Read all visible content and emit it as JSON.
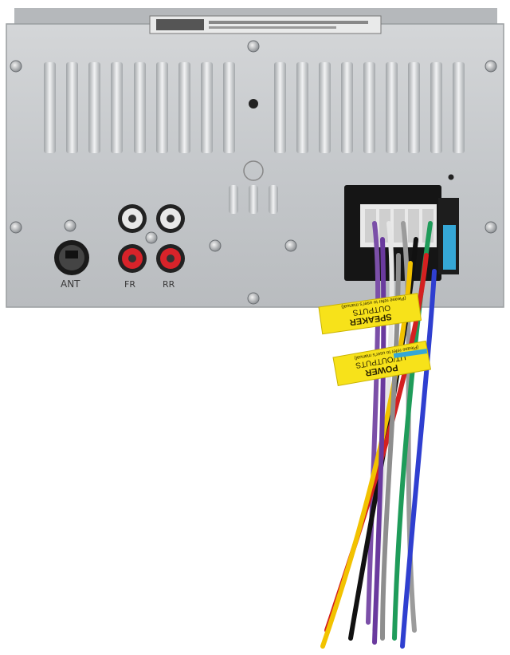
{
  "labels": {
    "speaker_tag_line1": "SPEAKER",
    "speaker_tag_line2": "OUTPUTS",
    "speaker_tag_note": "(Please refer to user's manual)",
    "power_tag_line1": "POWER",
    "power_tag_line2": "UT/OUTPUTS",
    "power_tag_note": "(Please refer to user's manual)",
    "ant_label": "ANT",
    "rca_label_left": "FR",
    "rca_label_right": "RR"
  },
  "colors": {
    "chassis": "#c9cccf",
    "tag": "#f7e21a",
    "rca_white": "#e8e8e8",
    "rca_red": "#d8232a",
    "fuse": "#35a7d6"
  },
  "wires": [
    "#7b4fa8",
    "#e6e6e6",
    "#9b9b9b",
    "#1f9c5a",
    "#111111",
    "#2f3fd0",
    "#d42020",
    "#f2c200",
    "#8e8e8e",
    "#6a3a9e"
  ]
}
